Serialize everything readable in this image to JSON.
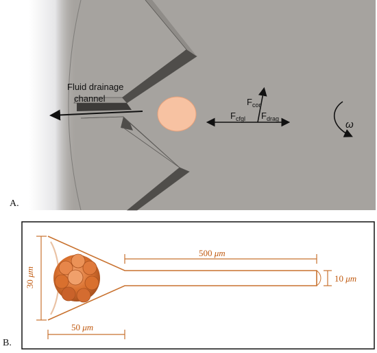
{
  "panel_a": {
    "label": "A.",
    "channel_label_line1": "Fluid drainage",
    "channel_label_line2": "channel",
    "force_cor_main": "F",
    "force_cor_sub": "cor",
    "force_cfgl_main": "F",
    "force_cfgl_sub": "cfgl",
    "force_drag_main": "F",
    "force_drag_sub": "drag",
    "omega": "ω",
    "colors": {
      "background": "#a6a39f",
      "particle": "#f7c2a2",
      "wall": "#555350"
    }
  },
  "panel_b": {
    "label": "B.",
    "dim_500_num": "500",
    "dim_500_unit": "μm",
    "dim_30_num": "30",
    "dim_30_unit": "μm",
    "dim_10_num": "10",
    "dim_10_unit": "μm",
    "dim_50_num": "50",
    "dim_50_unit": "μm",
    "colors": {
      "outline": "#c8712e",
      "cell": "#d9702e",
      "frame": "#111111"
    }
  }
}
